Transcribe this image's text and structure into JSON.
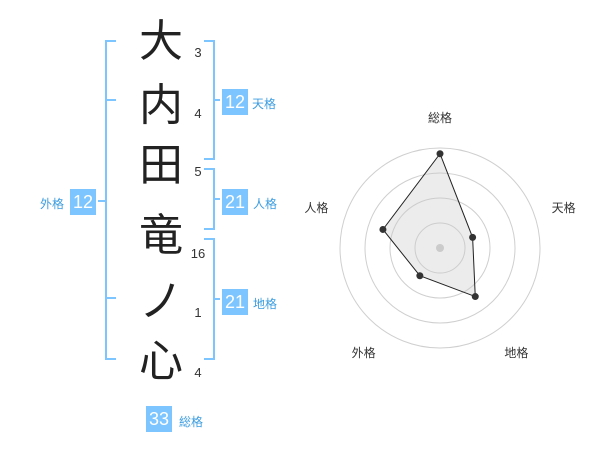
{
  "name": {
    "chars": [
      {
        "char": "大",
        "strokes": "3"
      },
      {
        "char": "内",
        "strokes": "4"
      },
      {
        "char": "田",
        "strokes": "5"
      },
      {
        "char": "竜",
        "strokes": "16"
      },
      {
        "char": "ノ",
        "strokes": "1"
      },
      {
        "char": "心",
        "strokes": "4"
      }
    ]
  },
  "fortunes": {
    "tenkaku": {
      "value": "12",
      "label": "天格"
    },
    "jinkaku": {
      "value": "21",
      "label": "人格"
    },
    "chikaku": {
      "value": "21",
      "label": "地格"
    },
    "gaikaku": {
      "value": "12",
      "label": "外格"
    },
    "soukaku": {
      "value": "33",
      "label": "総格"
    }
  },
  "colors": {
    "accent": "#7cc5ff",
    "label": "#3c9de0"
  },
  "chart_data": {
    "type": "radar",
    "axes": [
      "総格",
      "天格",
      "地格",
      "外格",
      "人格"
    ],
    "values": [
      33,
      12,
      21,
      12,
      21
    ],
    "range": [
      0,
      35
    ],
    "grid": true,
    "rings": 4
  }
}
